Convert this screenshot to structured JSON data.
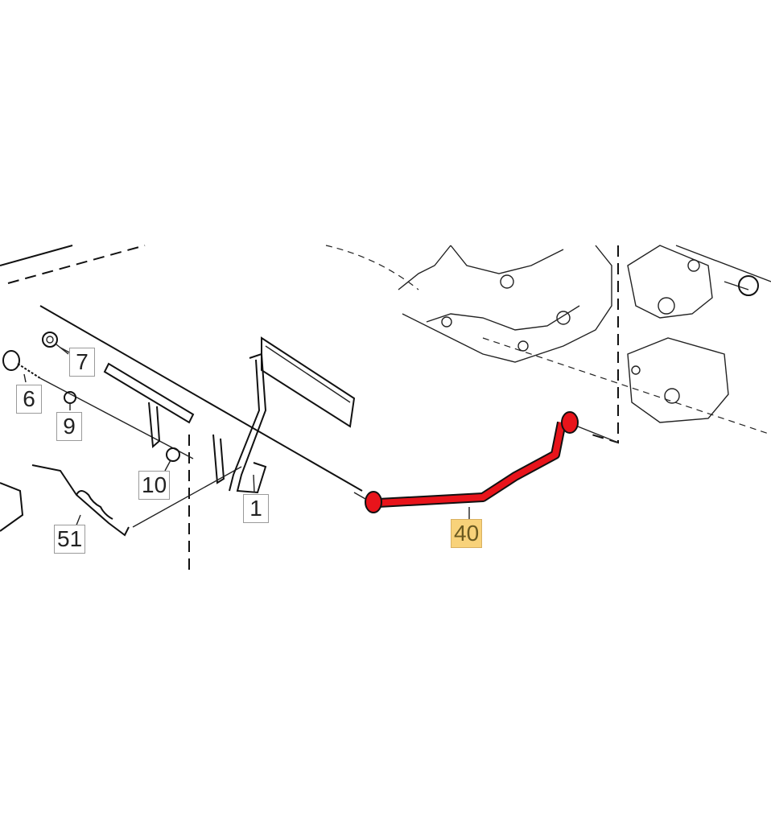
{
  "diagram": {
    "callouts": [
      {
        "id": "7",
        "label": "7"
      },
      {
        "id": "6",
        "label": "6"
      },
      {
        "id": "9",
        "label": "9"
      },
      {
        "id": "10",
        "label": "10"
      },
      {
        "id": "1",
        "label": "1"
      },
      {
        "id": "51",
        "label": "51"
      },
      {
        "id": "40",
        "label": "40",
        "highlighted": true
      }
    ],
    "highlight_color": "#e8141b",
    "highlight_label_bg": "#f8d27a"
  }
}
